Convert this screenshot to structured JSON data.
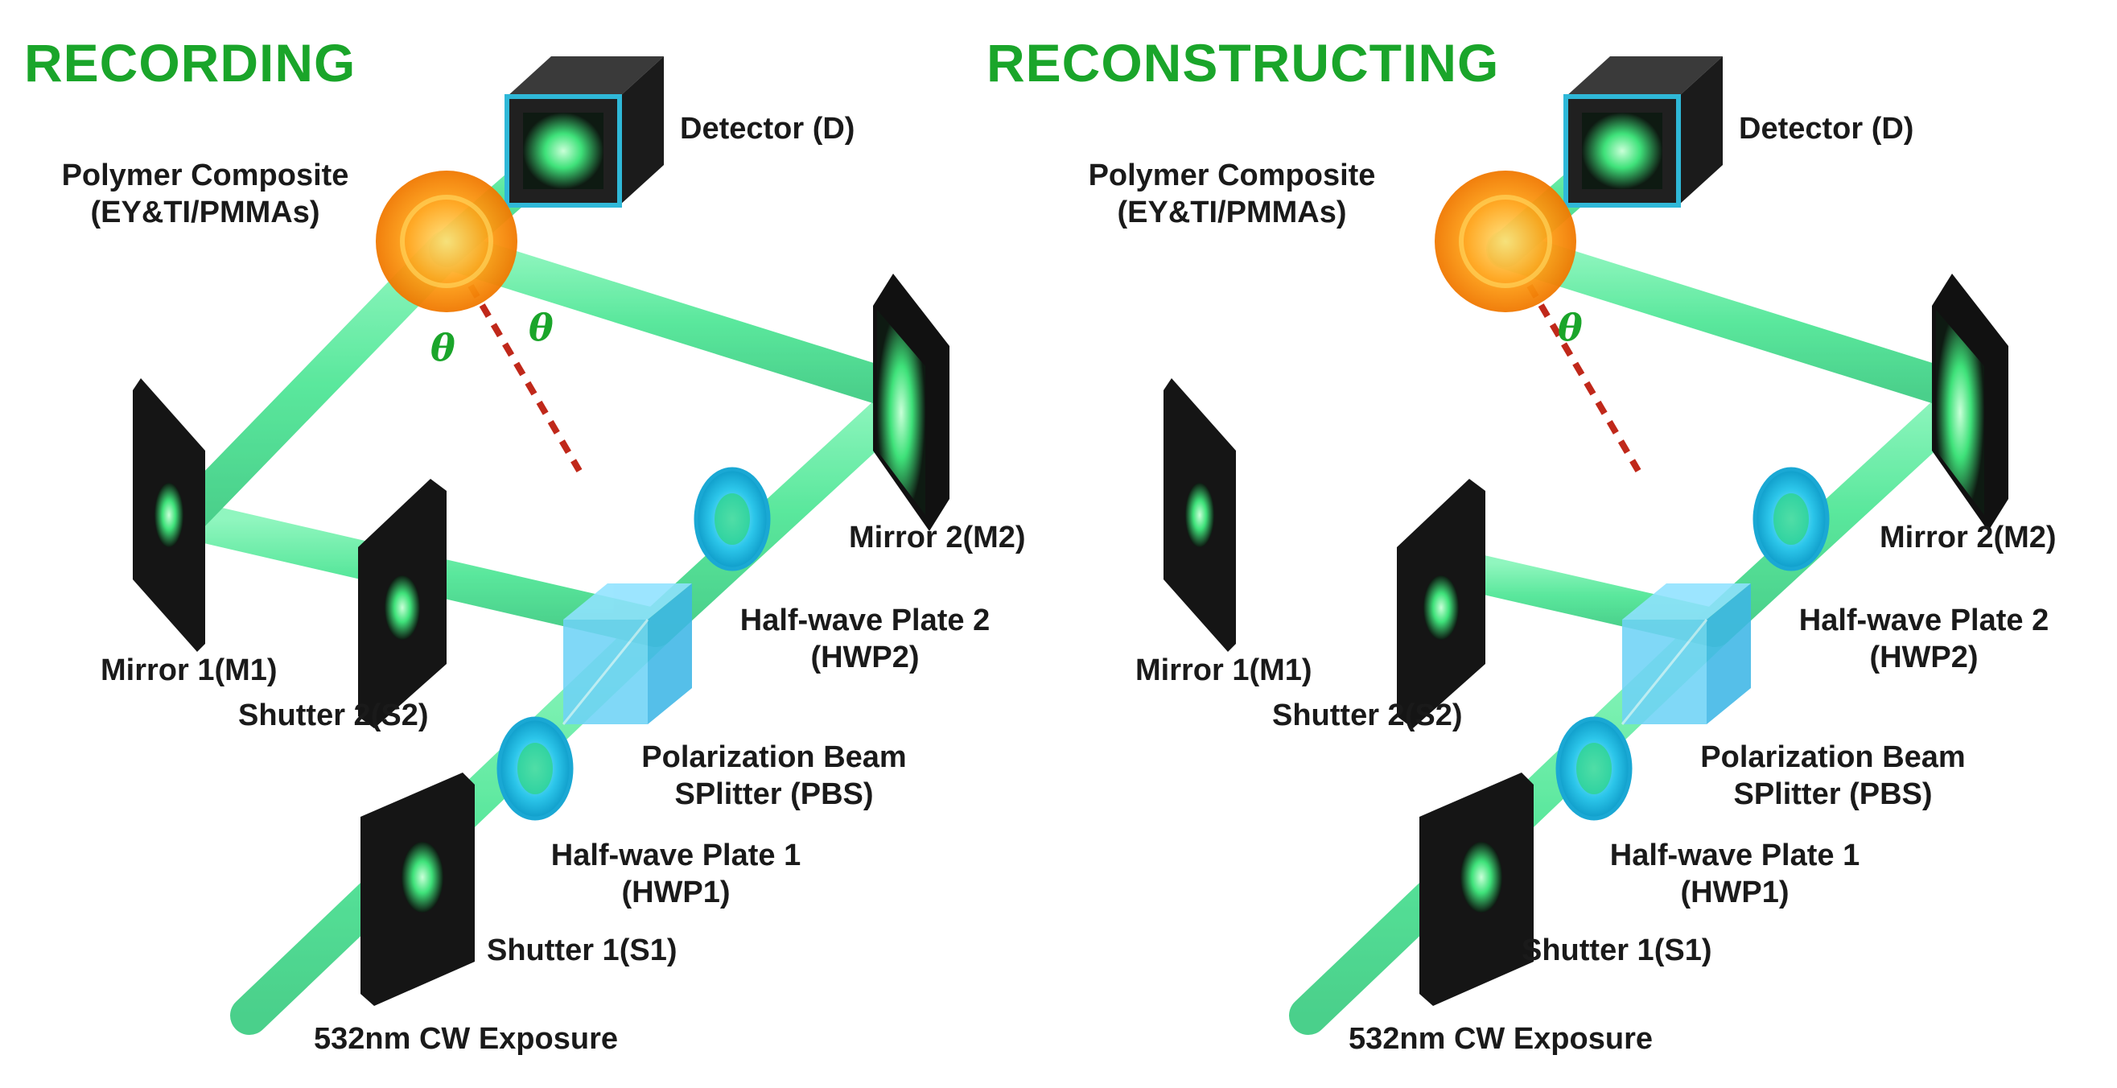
{
  "colors": {
    "title": "#1aa52a",
    "beam": "#38e88a",
    "polymer": "#ff9a10",
    "waveplate": "#2cc6ea",
    "pbs": "#52c9f0",
    "label": "#1a1a1a",
    "reflected_path": "#c0281a"
  },
  "panels": [
    {
      "title": "RECORDING",
      "labels": {
        "detector": "Detector (D)",
        "polymer_line1": "Polymer Composite",
        "polymer_line2": "(EY&TI/PMMAs)",
        "mirror2": "Mirror 2(M2)",
        "hwp2_line1": "Half-wave Plate 2",
        "hwp2_line2": "(HWP2)",
        "mirror1": "Mirror 1(M1)",
        "shutter2": "Shutter 2(S2)",
        "pbs_line1": "Polarization Beam",
        "pbs_line2": "SPlitter (PBS)",
        "hwp1_line1": "Half-wave Plate 1",
        "hwp1_line2": "(HWP1)",
        "shutter1": "Shutter 1(S1)",
        "source": "532nm CW Exposure"
      },
      "angle_symbols": [
        "θ",
        "θ"
      ]
    },
    {
      "title": "RECONSTRUCTING",
      "labels": {
        "detector": "Detector (D)",
        "polymer_line1": "Polymer Composite",
        "polymer_line2": "(EY&TI/PMMAs)",
        "mirror2": "Mirror 2(M2)",
        "hwp2_line1": "Half-wave Plate 2",
        "hwp2_line2": "(HWP2)",
        "mirror1": "Mirror 1(M1)",
        "shutter2": "Shutter 2(S2)",
        "pbs_line1": "Polarization Beam",
        "pbs_line2": "SPlitter (PBS)",
        "hwp1_line1": "Half-wave Plate 1",
        "hwp1_line2": "(HWP1)",
        "shutter1": "Shutter 1(S1)",
        "source": "532nm CW Exposure"
      },
      "angle_symbols": [
        "θ"
      ]
    }
  ]
}
